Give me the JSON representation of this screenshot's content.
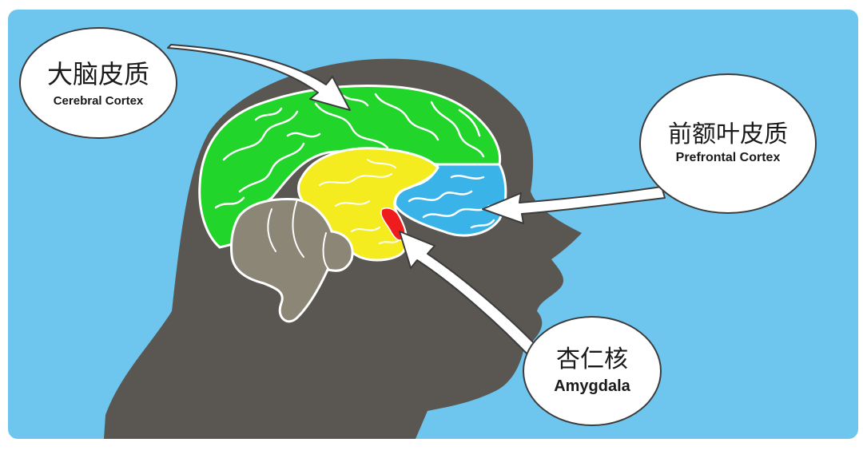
{
  "labels": {
    "cerebral_cortex": {
      "zh": "大脑皮质",
      "en": "Cerebral Cortex"
    },
    "prefrontal_cortex": {
      "zh": "前额叶皮质",
      "en": "Prefrontal Cortex"
    },
    "amygdala": {
      "zh": "杏仁核",
      "en": "Amygdala"
    }
  },
  "colors": {
    "background": "#6ec6ee",
    "head_silhouette": "#5a5752",
    "cerebral_cortex": "#22d52b",
    "prefrontal_cortex": "#3ab4e8",
    "limbic_system": "#f5ec1f",
    "amygdala": "#ee1c1c",
    "cerebellum": "#8c8677"
  }
}
